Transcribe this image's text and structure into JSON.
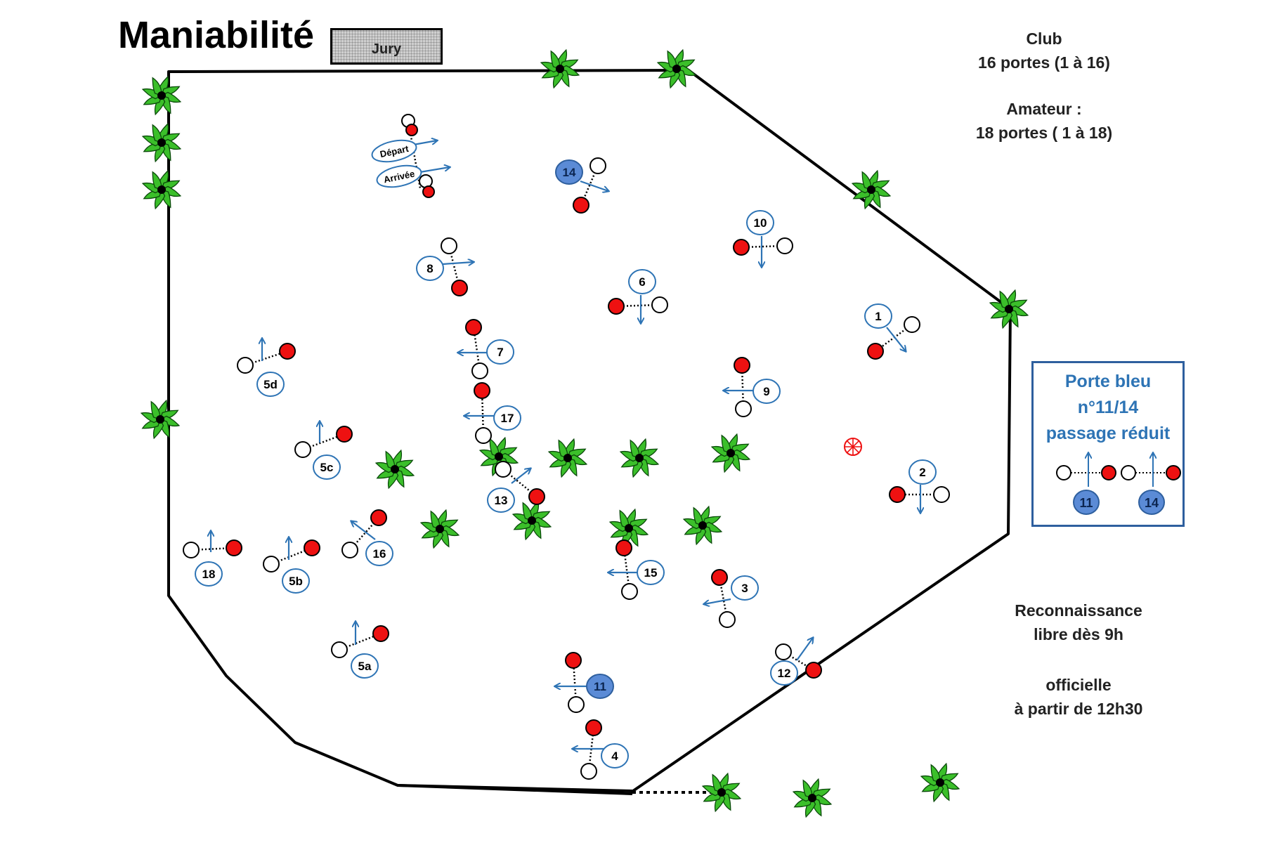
{
  "header": {
    "title": "Maniabilité",
    "jury_label": "Jury"
  },
  "info": {
    "club_title": "Club",
    "club_detail": "16 portes (1 à 16)",
    "amateur_title": "Amateur :",
    "amateur_detail": "18 portes ( 1 à 18)"
  },
  "legend": {
    "line1": "Porte bleu",
    "line2": "n°11/14",
    "line3": "passage réduit",
    "gate_a": "11",
    "gate_b": "14"
  },
  "schedule": {
    "line1": "Reconnaissance",
    "line2": "libre dès 9h",
    "line3": "officielle",
    "line4": "à partir de 12h30"
  },
  "start_labels": {
    "depart": "Départ",
    "arrivee": "Arrivée"
  },
  "gates": [
    {
      "label": "1",
      "highlight": false
    },
    {
      "label": "2",
      "highlight": false
    },
    {
      "label": "3",
      "highlight": false
    },
    {
      "label": "4",
      "highlight": false
    },
    {
      "label": "5a",
      "highlight": false
    },
    {
      "label": "5b",
      "highlight": false
    },
    {
      "label": "5c",
      "highlight": false
    },
    {
      "label": "5d",
      "highlight": false
    },
    {
      "label": "6",
      "highlight": false
    },
    {
      "label": "7",
      "highlight": false
    },
    {
      "label": "8",
      "highlight": false
    },
    {
      "label": "9",
      "highlight": false
    },
    {
      "label": "10",
      "highlight": false
    },
    {
      "label": "11",
      "highlight": true
    },
    {
      "label": "12",
      "highlight": false
    },
    {
      "label": "13",
      "highlight": false
    },
    {
      "label": "14",
      "highlight": true
    },
    {
      "label": "15",
      "highlight": false
    },
    {
      "label": "16",
      "highlight": false
    },
    {
      "label": "17",
      "highlight": false
    },
    {
      "label": "18",
      "highlight": false
    }
  ],
  "colors": {
    "gate_blue": "#2e74b5",
    "highlight_fill": "#5b8bd6",
    "cone_red": "#ee1111",
    "plant_green": "#3bbf2a",
    "boundary": "#000000"
  },
  "icons": {
    "plant": "palm-plant-icon",
    "target": "red-wheel-icon"
  }
}
